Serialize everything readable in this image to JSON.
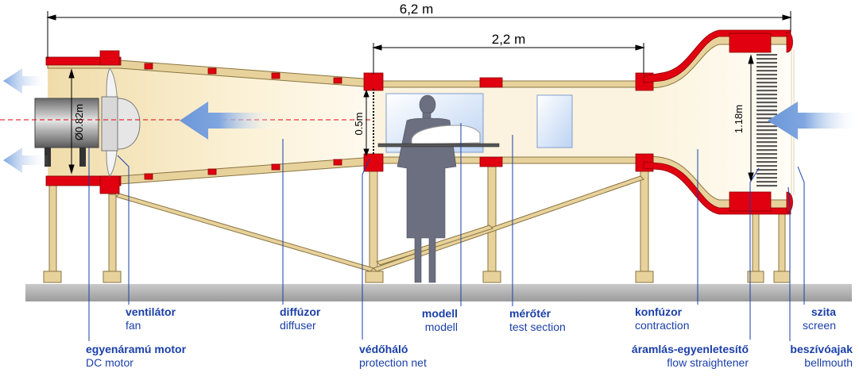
{
  "dimensions": {
    "overall": "6,2 m",
    "test_section": "2,2 m",
    "fan_diameter": "Ø0.82m",
    "diffuser_inlet": "0.5m",
    "contraction_inlet": "1.18m"
  },
  "labels": [
    {
      "key": "ventilator",
      "hu": "ventilátor",
      "en": "fan"
    },
    {
      "key": "dc_motor",
      "hu": "egyenáramú motor",
      "en": "DC motor"
    },
    {
      "key": "diffuser",
      "hu": "diffúzor",
      "en": "diffuser"
    },
    {
      "key": "protection_net",
      "hu": "védőháló",
      "en": "protection net"
    },
    {
      "key": "model",
      "hu": "modell",
      "en": "modell"
    },
    {
      "key": "test_section",
      "hu": "mérőtér",
      "en": "test section"
    },
    {
      "key": "contraction",
      "hu": "konfúzor",
      "en": "contraction"
    },
    {
      "key": "flow_straightener",
      "hu": "áramlás-egyenletesítő",
      "en": "flow straightener"
    },
    {
      "key": "screen",
      "hu": "szita",
      "en": "screen"
    },
    {
      "key": "bellmouth",
      "hu": "beszívóajak",
      "en": "bellmouth"
    }
  ],
  "colors": {
    "frame": "#e0000f",
    "wood": "#e8d29c",
    "wood_edge": "#8a7440",
    "air": "#f4e6c0",
    "label": "#1a3fa8",
    "leader": "#1a3fa8",
    "arrow": "#8fb2e6",
    "ground": "#b5b5b5"
  },
  "icons": {
    "flow_arrow": "arrow-left-icon",
    "person": "person-silhouette-icon"
  }
}
